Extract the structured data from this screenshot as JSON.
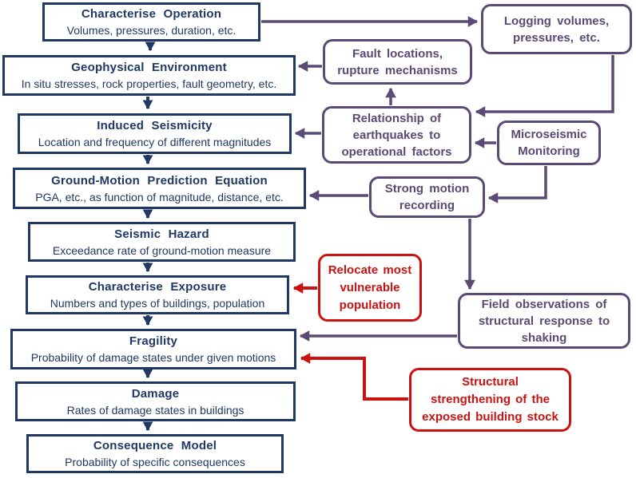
{
  "colors": {
    "navy": "#1F3864",
    "purple": "#5B4A75",
    "red": "#CC1111",
    "background": "#FFFFFF"
  },
  "process_chain": [
    {
      "id": "characterise-operation",
      "title": "Characterise Operation",
      "subtitle": "Volumes, pressures, duration, etc."
    },
    {
      "id": "geophysical-environment",
      "title": "Geophysical Environment",
      "subtitle": "In situ stresses, rock properties, fault geometry, etc."
    },
    {
      "id": "induced-seismicity",
      "title": "Induced Seismicity",
      "subtitle": "Location and frequency of different magnitudes"
    },
    {
      "id": "ground-motion-prediction-equation",
      "title": "Ground-Motion Prediction Equation",
      "subtitle": "PGA, etc., as function of magnitude, distance, etc."
    },
    {
      "id": "seismic-hazard",
      "title": "Seismic Hazard",
      "subtitle": "Exceedance rate of ground-motion measure"
    },
    {
      "id": "characterise-exposure",
      "title": "Characterise Exposure",
      "subtitle": "Numbers and types of buildings, population"
    },
    {
      "id": "fragility",
      "title": "Fragility",
      "subtitle": "Probability of damage states under given motions"
    },
    {
      "id": "damage",
      "title": "Damage",
      "subtitle": "Rates of damage states in buildings"
    },
    {
      "id": "consequence-model",
      "title": "Consequence Model",
      "subtitle": "Probability of specific consequences"
    }
  ],
  "monitoring_nodes": [
    {
      "id": "logging",
      "label": "Logging volumes,\npressures, etc."
    },
    {
      "id": "fault-locations",
      "label": "Fault locations,\nrupture mechanisms"
    },
    {
      "id": "relationship",
      "label": "Relationship of\nearthquakes to\noperational factors"
    },
    {
      "id": "microseismic",
      "label": "Microseismic\nMonitoring"
    },
    {
      "id": "strong-motion",
      "label": "Strong motion\nrecording"
    },
    {
      "id": "field-observations",
      "label": "Field observations of\nstructural response to\nshaking"
    }
  ],
  "mitigation_nodes": [
    {
      "id": "relocate",
      "label": "Relocate most\nvulnerable\npopulation"
    },
    {
      "id": "strengthen",
      "label": "Structural\nstrengthening of the\nexposed building stock"
    }
  ]
}
